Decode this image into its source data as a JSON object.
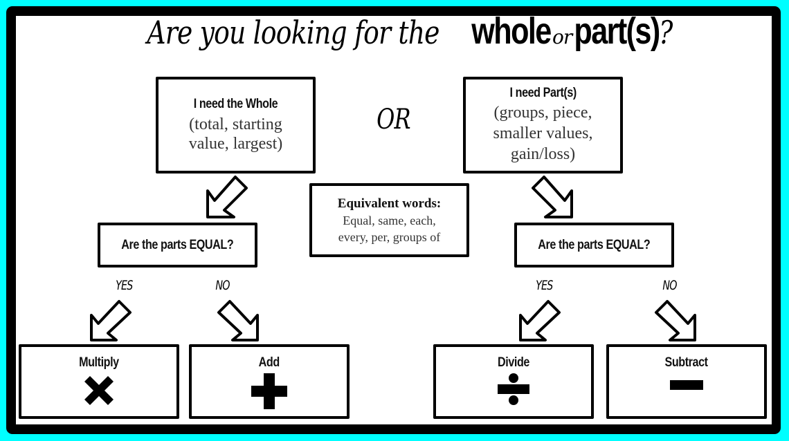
{
  "title": {
    "script_part": "Are you looking for the",
    "bold_whole": "whole",
    "script_or": "or",
    "bold_parts": "part(s)",
    "question_mark": "?"
  },
  "or_label": "OR",
  "whole_box": {
    "heading": "I need the Whole",
    "details_line1": "(total, starting",
    "details_line2": "value, largest)"
  },
  "parts_box": {
    "heading": "I need Part(s)",
    "details_line1": "(groups, piece,",
    "details_line2": "smaller values,",
    "details_line3": "gain/loss)"
  },
  "equivalent_box": {
    "heading": "Equivalent words:",
    "line1": "Equal, same, each,",
    "line2": "every, per, groups of"
  },
  "left_question": "Are the parts EQUAL?",
  "right_question": "Are the parts EQUAL?",
  "branch_labels": {
    "left_yes": "YES",
    "left_no": "NO",
    "right_yes": "YES",
    "right_no": "NO"
  },
  "operations": [
    {
      "label": "Multiply",
      "icon": "multiply-icon"
    },
    {
      "label": "Add",
      "icon": "plus-icon"
    },
    {
      "label": "Divide",
      "icon": "divide-icon"
    },
    {
      "label": "Subtract",
      "icon": "minus-icon"
    }
  ],
  "colors": {
    "outer_border": "#00ffff",
    "frame": "#000000",
    "background": "#ffffff",
    "text": "#000000"
  }
}
